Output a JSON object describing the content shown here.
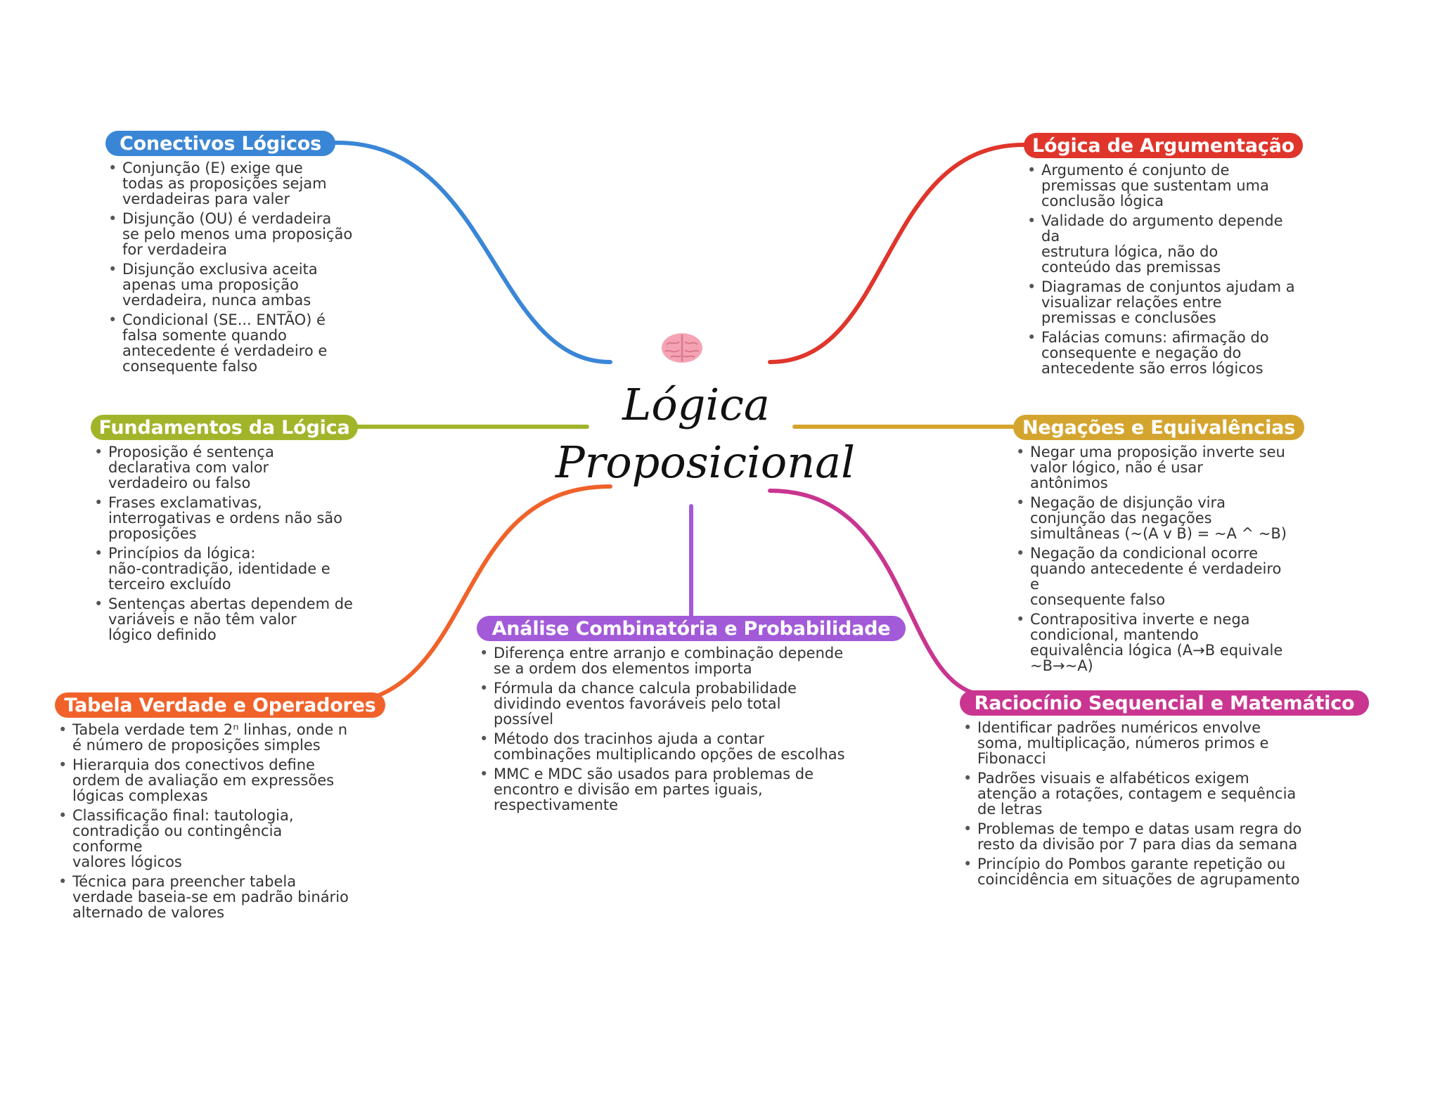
{
  "central": {
    "title": "Lógica\nProposicional",
    "icon": "brain-icon"
  },
  "branches": [
    {
      "id": "conectivos",
      "title": "Conectivos Lógicos",
      "color": "#3a86d6",
      "items": [
        "Conjunção (E) exige que\ntodas as proposições sejam\nverdadeiras para valer",
        "Disjunção (OU) é verdadeira\nse pelo menos uma proposição\nfor verdadeira",
        "Disjunção exclusiva aceita\napenas uma proposição\nverdadeira, nunca ambas",
        "Condicional (SE... ENTÃO) é\nfalsa somente quando\nantecedente é verdadeiro e\nconsequente falso"
      ]
    },
    {
      "id": "argumentacao",
      "title": "Lógica de Argumentação",
      "color": "#e0352b",
      "items": [
        "Argumento é conjunto de\npremissas que sustentam uma\nconclusão lógica",
        "Validade do argumento depende da\nestrutura lógica, não do\nconteúdo das premissas",
        "Diagramas de conjuntos ajudam a\nvisualizar relações entre\npremissas e conclusões",
        "Falácias comuns: afirmação do\nconsequente e negação do\nantecedente são erros lógicos"
      ]
    },
    {
      "id": "fundamentos",
      "title": "Fundamentos da Lógica",
      "color": "#a2b52a",
      "items": [
        "Proposição é sentença\ndeclarativa com valor\nverdadeiro ou falso",
        "Frases exclamativas,\ninterrogativas e ordens não são\nproposições",
        "Princípios da lógica:\nnão-contradição, identidade e\nterceiro excluído",
        "Sentenças abertas dependem de\nvariáveis e não têm valor\nlógico definido"
      ]
    },
    {
      "id": "negacoes",
      "title": "Negações e Equivalências",
      "color": "#d4a52e",
      "items": [
        "Negar uma proposição inverte seu\nvalor lógico, não é usar\nantônimos",
        "Negação de disjunção vira\nconjunção das negações\nsimultâneas (~(A v B) = ~A ^ ~B)",
        "Negação da condicional ocorre\nquando antecedente é verdadeiro e\nconsequente falso",
        "Contrapositiva inverte e nega\ncondicional, mantendo\nequivalência lógica (A→B equivale\n~B→~A)"
      ]
    },
    {
      "id": "combinatoria",
      "title": "Análise Combinatória e Probabilidade",
      "color": "#a25ad9",
      "items": [
        "Diferença entre arranjo e combinação depende\nse a ordem dos elementos importa",
        "Fórmula da chance calcula probabilidade\ndividindo eventos favoráveis pelo total\npossível",
        "Método dos tracinhos ajuda a contar\ncombinações multiplicando opções de escolhas",
        "MMC e MDC são usados para problemas de\nencontro e divisão em partes iguais,\nrespectivamente"
      ]
    },
    {
      "id": "tabela",
      "title": "Tabela Verdade e Operadores",
      "color": "#f0622a",
      "items": [
        "Tabela verdade tem 2ⁿ linhas, onde n\né número de proposições simples",
        "Hierarquia dos conectivos define\nordem de avaliação em expressões\nlógicas complexas",
        "Classificação final: tautologia,\ncontradição ou contingência conforme\nvalores lógicos",
        "Técnica para preencher tabela\nverdade baseia-se em padrão binário\nalternado de valores"
      ]
    },
    {
      "id": "raciocinio",
      "title": "Raciocínio Sequencial e Matemático",
      "color": "#c93590",
      "items": [
        "Identificar padrões numéricos envolve\nsoma, multiplicação, números primos e\nFibonacci",
        "Padrões visuais e alfabéticos exigem\natenção a rotações, contagem e sequência\nde letras",
        "Problemas de tempo e datas usam regra do\nresto da divisão por 7 para dias da semana",
        "Princípio do Pombos garante repetição ou\ncoincidência em situações de agrupamento"
      ]
    }
  ]
}
